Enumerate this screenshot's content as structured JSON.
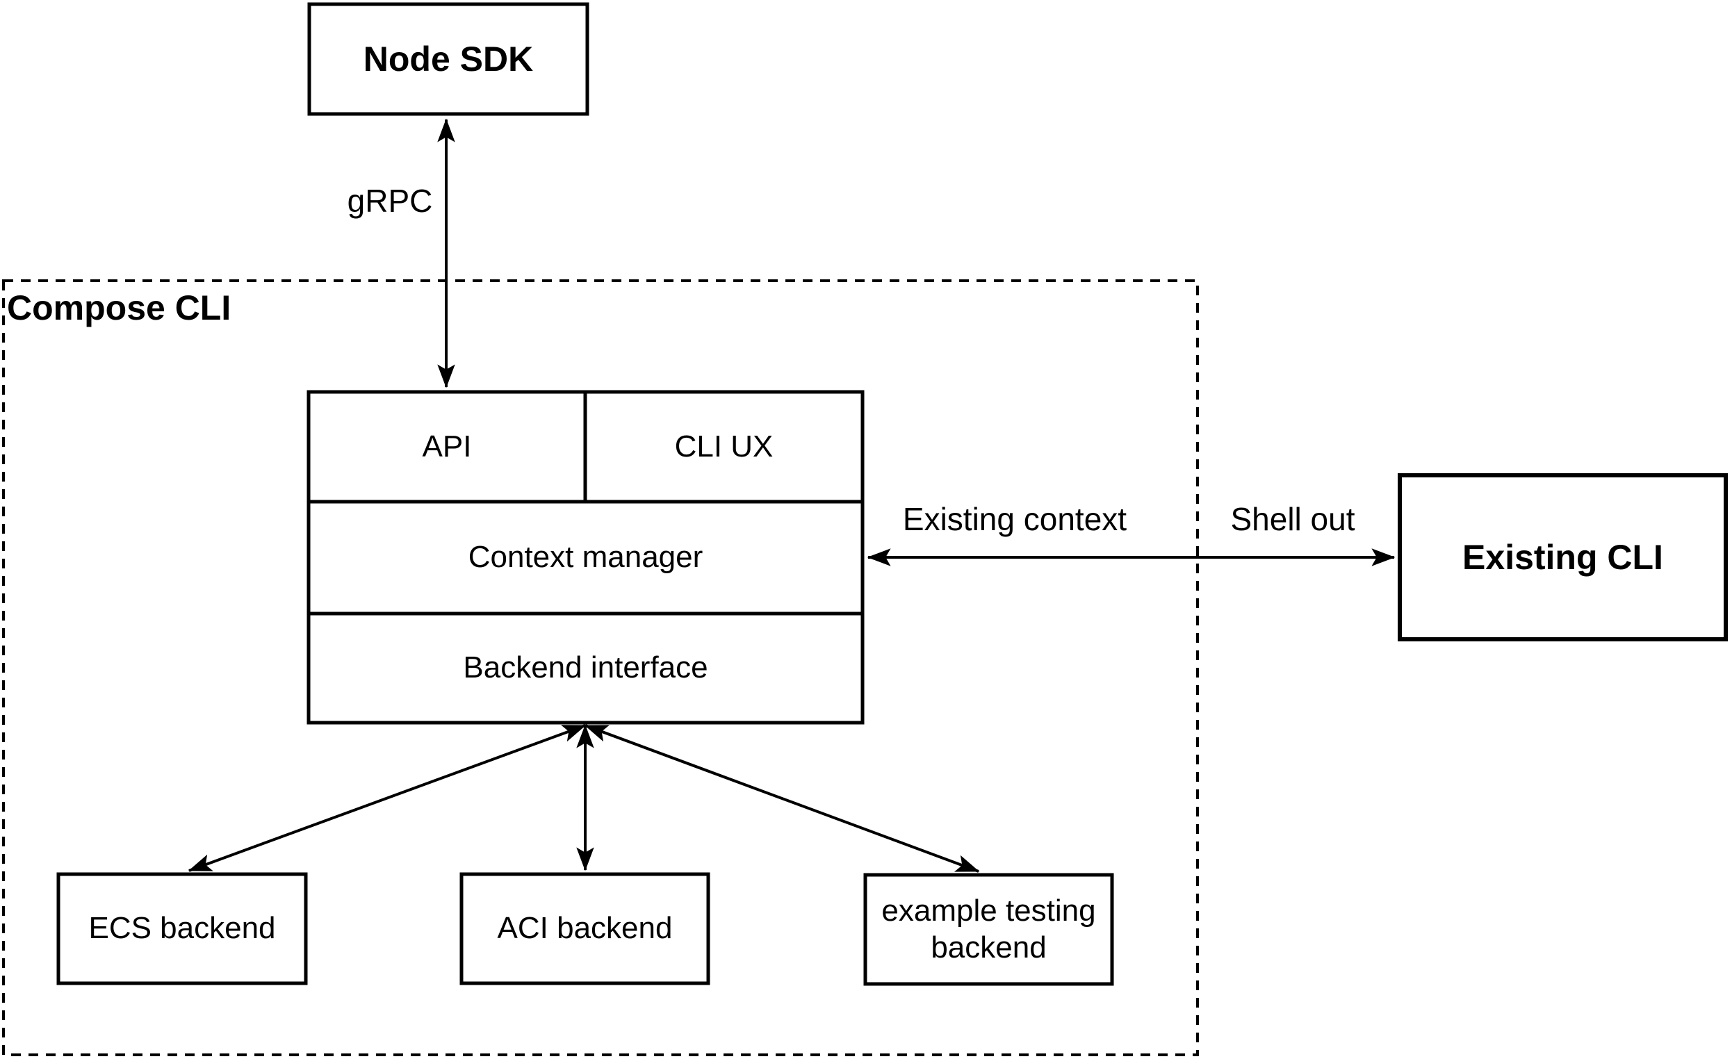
{
  "colors": {
    "ink": "#000000",
    "paper": "#ffffff"
  },
  "nodes": {
    "node_sdk": {
      "label": "Node SDK"
    },
    "compose_cli_group": {
      "label": "Compose CLI"
    },
    "api": {
      "label": "API"
    },
    "cli_ux": {
      "label": "CLI UX"
    },
    "context_manager": {
      "label": "Context manager"
    },
    "backend_interface": {
      "label": "Backend interface"
    },
    "existing_cli": {
      "label": "Existing CLI"
    },
    "ecs_backend": {
      "label": "ECS backend"
    },
    "aci_backend": {
      "label": "ACI backend"
    },
    "example_testing_backend": {
      "label": "example testing backend",
      "lines": [
        "example testing",
        "backend"
      ]
    }
  },
  "edges": {
    "grpc": {
      "label": "gRPC"
    },
    "existing_context": {
      "label": "Existing context"
    },
    "shell_out": {
      "label": "Shell out"
    }
  }
}
